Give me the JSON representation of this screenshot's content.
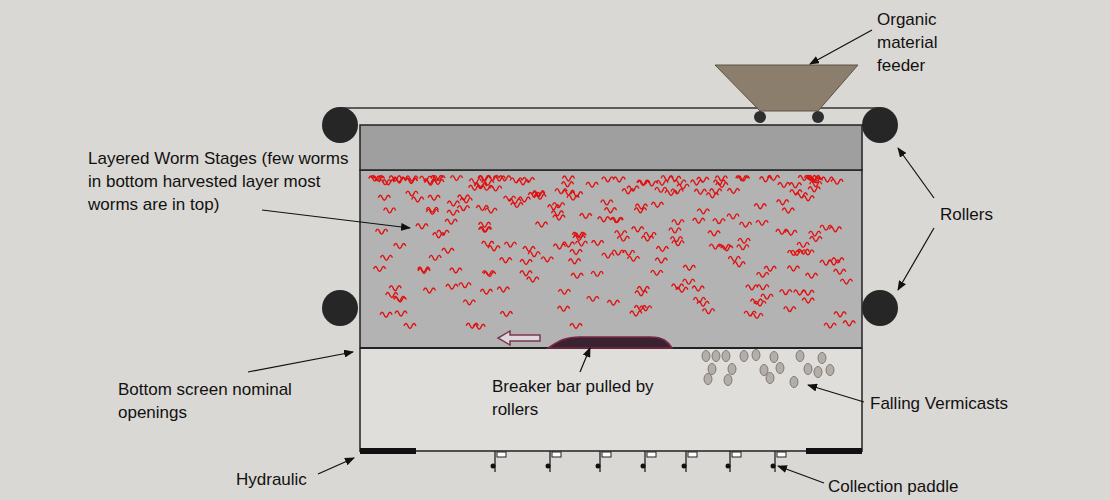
{
  "diagram": {
    "labels": [
      "Organic material feeder",
      "Layered Worm Stages (few worms in bottom harvested layer most worms are in top)",
      "Rollers",
      "Bottom screen nominal openings",
      "Breaker bar pulled by rollers",
      "Falling Vermicasts",
      "Hydraulic",
      "Collection paddle"
    ]
  }
}
